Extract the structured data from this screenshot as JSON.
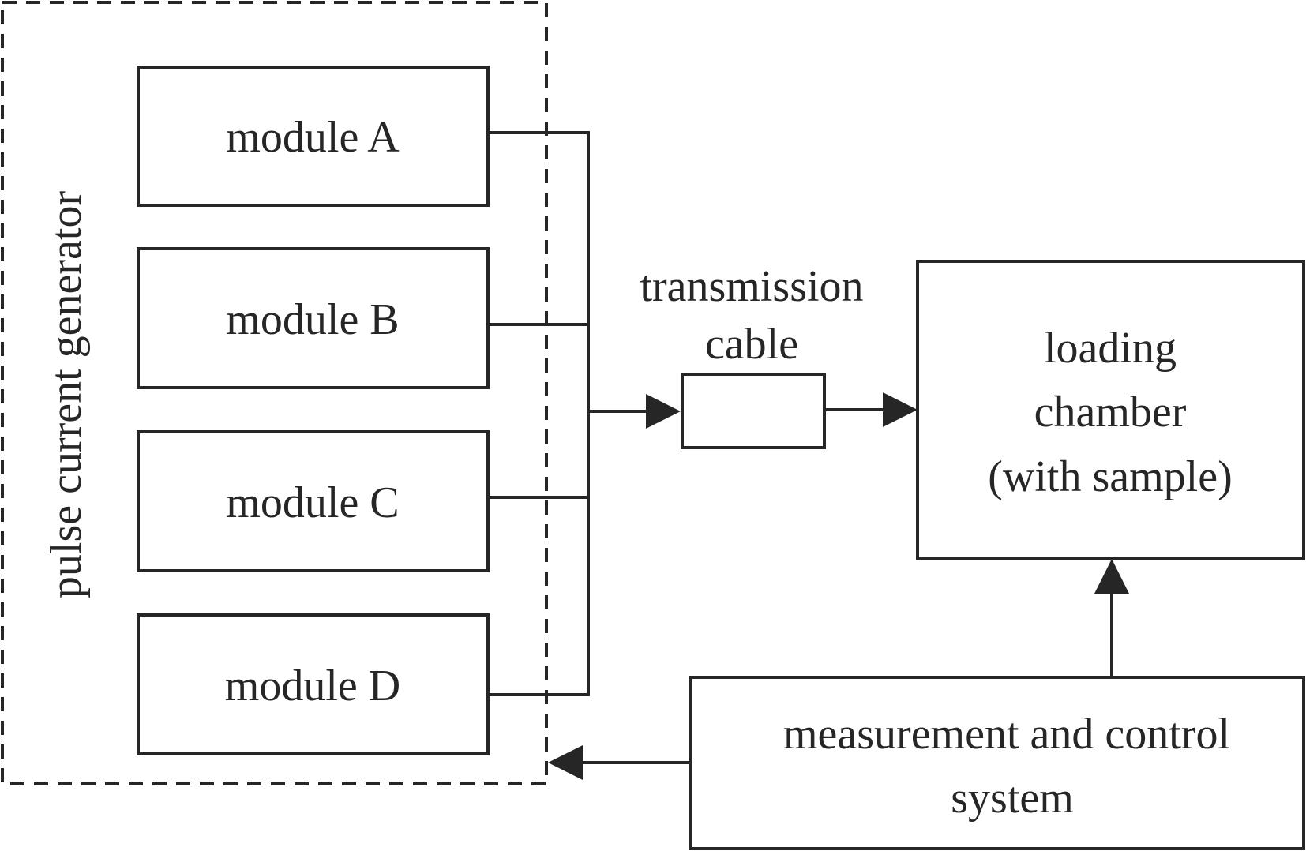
{
  "generator": {
    "label": "pulse current generator",
    "modules": [
      {
        "label": "module A"
      },
      {
        "label": "module B"
      },
      {
        "label": "module C"
      },
      {
        "label": "module D"
      }
    ]
  },
  "transmission_cable": {
    "label_line1": "transmission",
    "label_line2": "cable"
  },
  "loading_chamber": {
    "line1": "loading",
    "line2": "chamber",
    "line3": "(with sample)"
  },
  "measurement_system": {
    "line1": "measurement and control",
    "line2": "system"
  },
  "colors": {
    "stroke": "#262626",
    "background": "#ffffff"
  }
}
